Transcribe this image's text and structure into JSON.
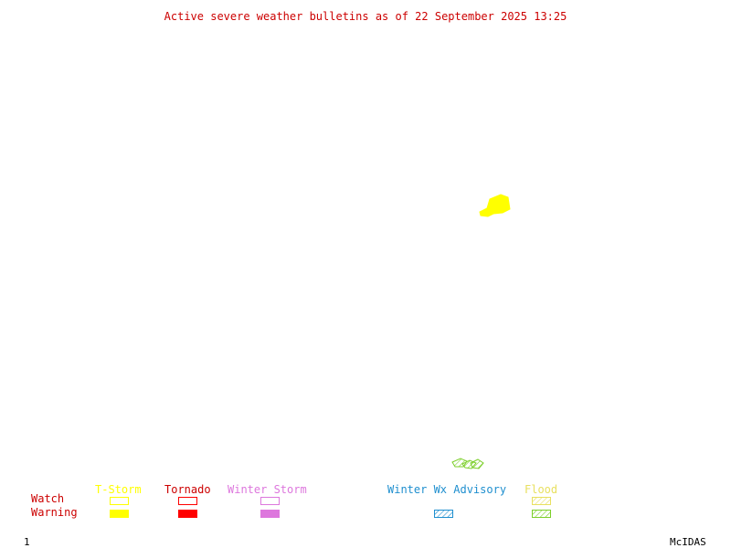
{
  "title": "Active severe weather bulletins as of 22 September 2025 13:25",
  "legend": {
    "rows": [
      "Watch",
      "Warning"
    ],
    "columns": [
      {
        "label": "T-Storm",
        "color": "#ffff00",
        "watch": "outline",
        "warning": "solid"
      },
      {
        "label": "Tornado",
        "color": "#ff0000",
        "watch": "outline",
        "warning": "solid"
      },
      {
        "label": "Winter Storm",
        "color": "#dd77dd",
        "watch": "outline",
        "warning": "solid"
      },
      {
        "label": "Winter Wx Advisory",
        "color": "#1f8fcf",
        "watch": "none",
        "warning": "hatched"
      },
      {
        "label": "Flood",
        "color": "#e8e060",
        "warning_color": "#7ccf2a",
        "watch": "hatched",
        "warning": "hatched"
      }
    ]
  },
  "areas": [
    {
      "type": "T-Storm Warning",
      "color": "#ffff00"
    },
    {
      "type": "Flood Warning",
      "color": "#7ccf2a"
    }
  ],
  "footer": {
    "frame_number": "1",
    "software": "McIDAS"
  }
}
